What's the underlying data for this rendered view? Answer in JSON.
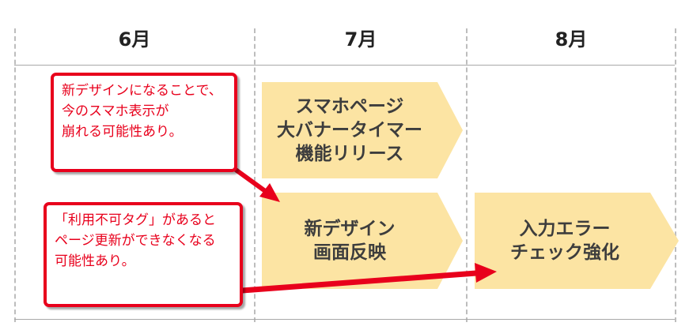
{
  "months": [
    "6月",
    "7月",
    "8月"
  ],
  "tasks": [
    {
      "lines": [
        "スマホページ",
        "大バナータイマー",
        "機能リリース"
      ]
    },
    {
      "lines": [
        "新デザイン",
        "画面反映"
      ]
    },
    {
      "lines": [
        "入力エラー",
        "チェック強化"
      ]
    }
  ],
  "callouts": [
    {
      "lines": [
        "新デザインになることで、",
        "今のスマホ表示が",
        "崩れる可能性あり。"
      ]
    },
    {
      "lines": [
        "「利用不可タグ」があると",
        "ページ更新ができなくなる",
        "可能性あり。"
      ]
    }
  ],
  "colors": {
    "chevron_fill": "#fce4a3",
    "callout_border": "#e8001c",
    "arrow": "#e8001c",
    "divider": "#bdbdbd"
  }
}
